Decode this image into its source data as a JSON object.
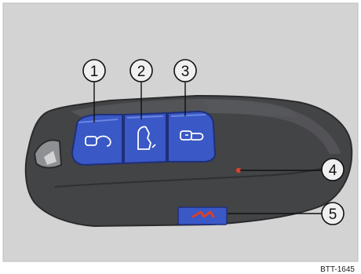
{
  "figure": {
    "code": "BTT-1645",
    "callouts": [
      "1",
      "2",
      "3",
      "4",
      "5"
    ],
    "colors": {
      "background": "#d3d3d4",
      "key_body": "#434446",
      "key_edge": "#2b2b2d",
      "button_blue": "#3a58c6",
      "callout_fill": "#f0f0f0",
      "led": "#d8412c"
    },
    "buttons": [
      {
        "function": "unlock",
        "icon": "open-padlock-icon"
      },
      {
        "function": "boot",
        "icon": "car-boot-icon"
      },
      {
        "function": "lock",
        "icon": "closed-padlock-icon"
      }
    ],
    "indicators": [
      "battery-indicator-led",
      "key-bit-release-button"
    ]
  }
}
